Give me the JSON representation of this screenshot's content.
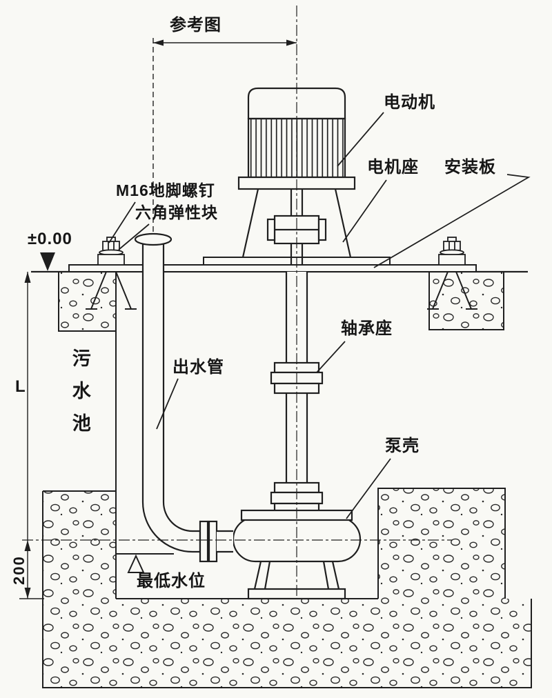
{
  "drawing": {
    "title": "参考图",
    "parts": {
      "motor": "电动机",
      "motor_base": "电机座",
      "mounting_plate": "安装板",
      "anchor_bolt": "M16地脚螺钉",
      "elastic_block": "六角弹性块",
      "outlet_pipe": "出水管",
      "bearing_seat": "轴承座",
      "pump_casing": "泵壳",
      "sump": "污水池"
    },
    "annotations": {
      "elevation": "±0.00",
      "min_water_level": "最低水位",
      "depth_dim": "L",
      "bottom_dim": "200"
    },
    "colors": {
      "line": "#1f1f1f",
      "paper": "#f9f9f5"
    }
  }
}
